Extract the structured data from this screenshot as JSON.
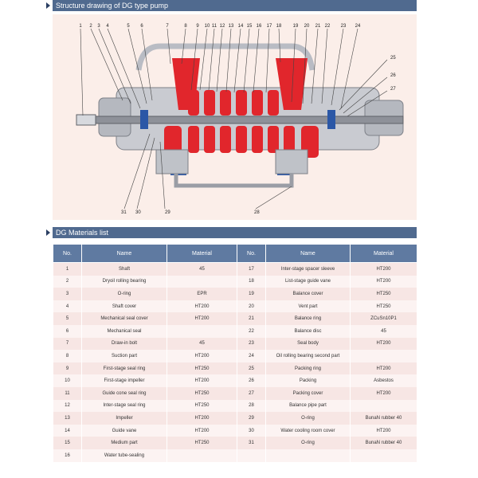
{
  "sections": {
    "structure_title": "Structure drawing of DG type pump",
    "materials_title": "DG Materials list"
  },
  "drawing": {
    "top_labels": [
      "1",
      "2",
      "3",
      "4",
      "5",
      "6",
      "7",
      "8",
      "9",
      "10",
      "11",
      "12",
      "13",
      "14",
      "15",
      "16",
      "17",
      "18",
      "19",
      "20",
      "21",
      "22",
      "23",
      "24"
    ],
    "side_labels": [
      "25",
      "26",
      "27"
    ],
    "bottom_labels": [
      "31",
      "30",
      "29",
      "28"
    ]
  },
  "colors": {
    "header_bar": "#506a8f",
    "table_header": "#5f7aa1",
    "row_a": "#f7e6e4",
    "row_b": "#fcf3f2",
    "casing_red": "#e1262c",
    "casing_gray": "#c9cbd1",
    "seal_blue": "#2b57a6"
  },
  "table": {
    "headers": [
      "No.",
      "Name",
      "Material",
      "No.",
      "Name",
      "Material"
    ],
    "rows": [
      [
        "1",
        "Shaft",
        "45",
        "17",
        "Inter-stage spacer sleeve",
        "HT200"
      ],
      [
        "2",
        "Dryoil rolling bearing",
        "",
        "18",
        "List-stage guide vane",
        "HT200"
      ],
      [
        "3",
        "O-ring",
        "EPR",
        "19",
        "Balance cover",
        "HT250"
      ],
      [
        "4",
        "Shaft cover",
        "HT200",
        "20",
        "Vent part",
        "HT250"
      ],
      [
        "5",
        "Mechanical seal cover",
        "HT200",
        "21",
        "Balance ring",
        "ZCuSn10P1"
      ],
      [
        "6",
        "Mechanical seal",
        "",
        "22",
        "Balance disc",
        "45"
      ],
      [
        "7",
        "Draw-in bolt",
        "45",
        "23",
        "Seal body",
        "HT200"
      ],
      [
        "8",
        "Suction part",
        "HT200",
        "24",
        "Oil rolling bearing second part",
        ""
      ],
      [
        "9",
        "First-stage seal ring",
        "HT250",
        "25",
        "Packing ring",
        "HT200"
      ],
      [
        "10",
        "First-stage impeller",
        "HT200",
        "26",
        "Packing",
        "Asbestos"
      ],
      [
        "11",
        "Guide cone seal ring",
        "HT250",
        "27",
        "Packing cover",
        "HT200"
      ],
      [
        "12",
        "Inter-stage seal ring",
        "HT250",
        "28",
        "Balance pipe part",
        ""
      ],
      [
        "13",
        "Impeller",
        "HT200",
        "29",
        "O-ring",
        "BunaN rubber 40"
      ],
      [
        "14",
        "Guide vane",
        "HT200",
        "30",
        "Water cooling room cover",
        "HT200"
      ],
      [
        "15",
        "Medium part",
        "HT250",
        "31",
        "O-ring",
        "BunaN rubber 40"
      ],
      [
        "16",
        "Water tube-sealing",
        "",
        "",
        "",
        ""
      ]
    ]
  }
}
